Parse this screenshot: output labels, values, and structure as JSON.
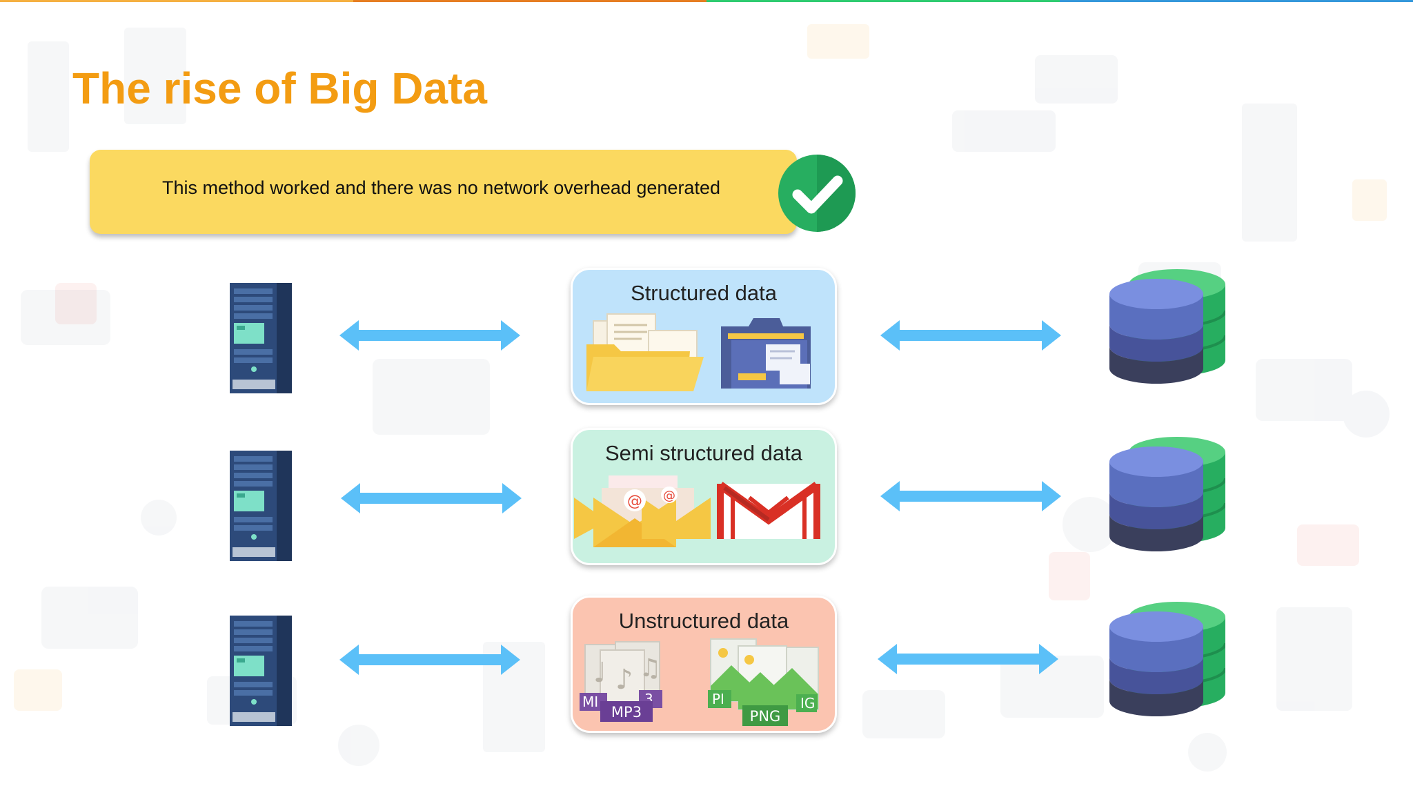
{
  "slide": {
    "title": "The rise of Big Data",
    "callout": {
      "text": "This method worked and there was no network overhead generated",
      "status_icon": "check-circle-icon"
    }
  },
  "colors": {
    "title": "#f39c12",
    "callout_bg": "#fbd960",
    "check_green": "#27ae60",
    "arrow": "#5bc0f8",
    "structured_bg": "#bfe3fb",
    "semi_structured_bg": "#c9f1e1",
    "unstructured_bg": "#fbc4b0"
  },
  "rows": [
    {
      "left_icon": "server-rack-icon",
      "arrow_icon": "double-arrow-icon",
      "category": {
        "label": "Structured data",
        "icons": [
          "open-folder-icon",
          "file-cabinet-folder-icon"
        ]
      },
      "right_icon": "database-icon"
    },
    {
      "left_icon": "server-rack-icon",
      "arrow_icon": "double-arrow-icon",
      "category": {
        "label": "Semi structured data",
        "icons": [
          "email-envelopes-icon",
          "gmail-icon"
        ]
      },
      "right_icon": "database-icon"
    },
    {
      "left_icon": "server-rack-icon",
      "arrow_icon": "double-arrow-icon",
      "category": {
        "label": "Unstructured data",
        "icons": [
          "mp3-files-icon",
          "png-files-icon"
        ],
        "file_badges": {
          "mp3": "MP3",
          "png": "PNG"
        }
      },
      "right_icon": "database-icon"
    }
  ]
}
